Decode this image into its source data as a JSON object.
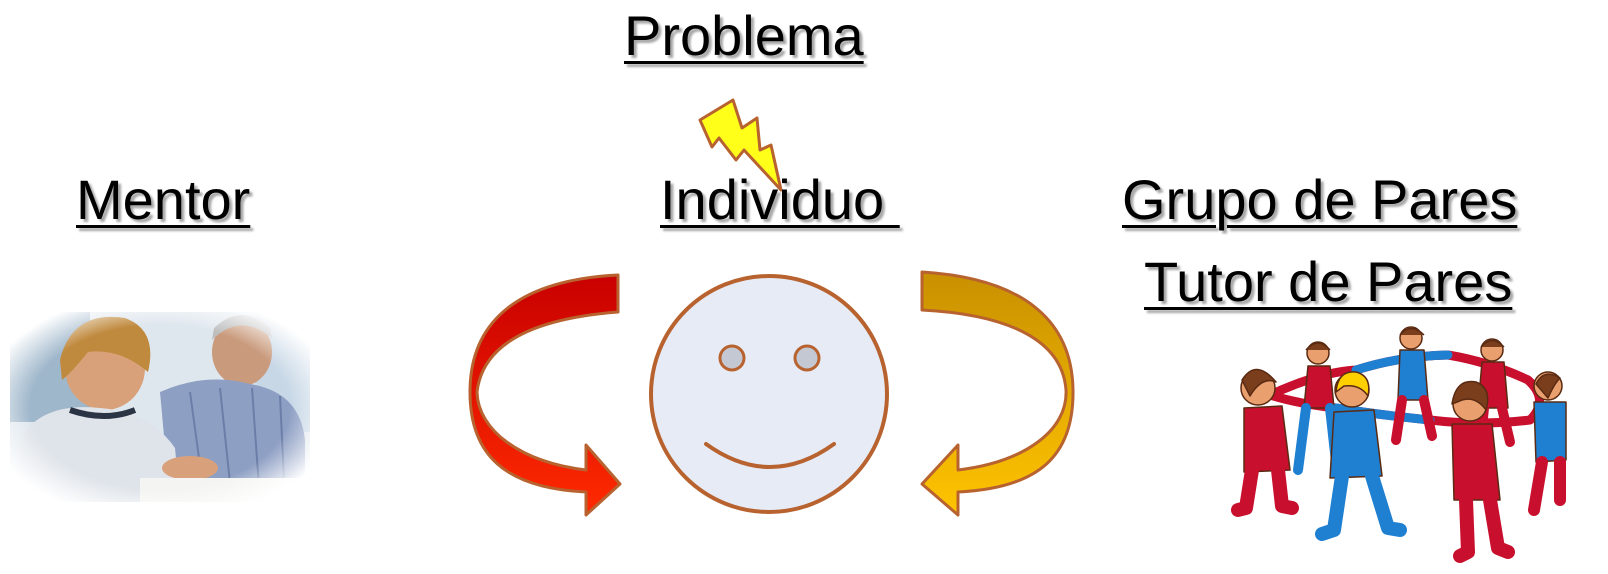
{
  "labels": {
    "problema": "Problema",
    "individuo": "Individuo ",
    "mentor": "Mentor",
    "grupo": "Grupo de Pares",
    "tutor": "Tutor de Pares"
  },
  "colors": {
    "outline": "#b8632f",
    "face_fill": "#e6ebf6",
    "bolt_fill": "#ffff1a",
    "arrow_left_dark": "#c80000",
    "arrow_left_light": "#ff2000",
    "arrow_right_dark": "#c99000",
    "arrow_right_light": "#ffc000",
    "people_red": "#c8102e",
    "people_blue": "#1f7fd0",
    "hair_yellow": "#ffd000",
    "hair_brown": "#7a3e1c"
  },
  "icons": [
    "lightning-bolt-icon",
    "smiley-face-icon",
    "cycle-arrow-left-icon",
    "cycle-arrow-right-icon",
    "mentor-photo",
    "peer-group-circle-icon"
  ]
}
